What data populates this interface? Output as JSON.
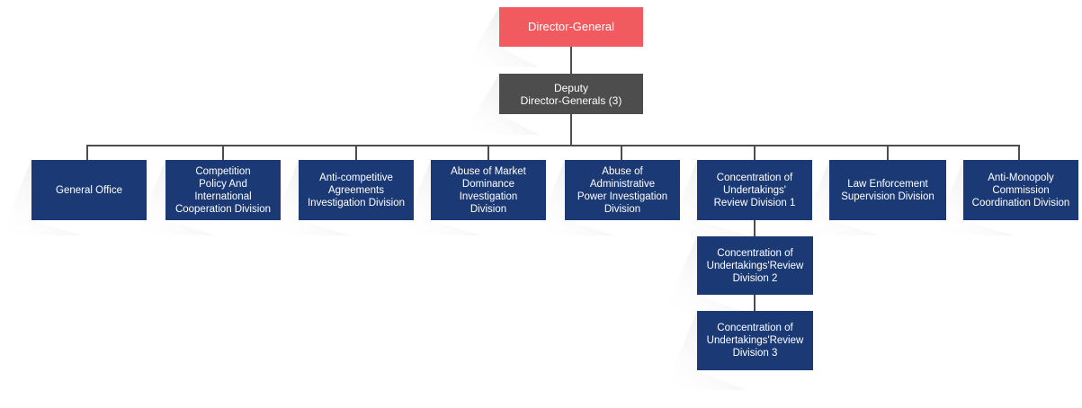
{
  "director": {
    "label": "Director-General"
  },
  "deputy": {
    "label": "Deputy\nDirector-Generals (3)"
  },
  "divisions": [
    {
      "label": "General  Office"
    },
    {
      "label": "Competition\nPolicy And\nInternational\nCooperation Division"
    },
    {
      "label": "Anti-competitive\nAgreements\nInvestigation Division"
    },
    {
      "label": "Abuse of Market\nDominance\nInvestigation\nDivision"
    },
    {
      "label": "Abuse of\nAdministrative\nPower Investigation\nDivision"
    },
    {
      "label": "Concentration of\nUndertakings'\nReview Division 1"
    },
    {
      "label": "Law Enforcement\nSupervision Division"
    },
    {
      "label": "Anti-Monopoly\nCommission\nCoordination Division"
    }
  ],
  "sub_divisions": [
    {
      "label": "Concentration of\nUndertakings'Review\nDivision 2"
    },
    {
      "label": "Concentration of\nUndertakings'Review\nDivision 3"
    }
  ],
  "colors": {
    "director": "#f15a5e",
    "deputy": "#4d4d4d",
    "division": "#1b3a75",
    "connector": "#4d4d4d"
  }
}
